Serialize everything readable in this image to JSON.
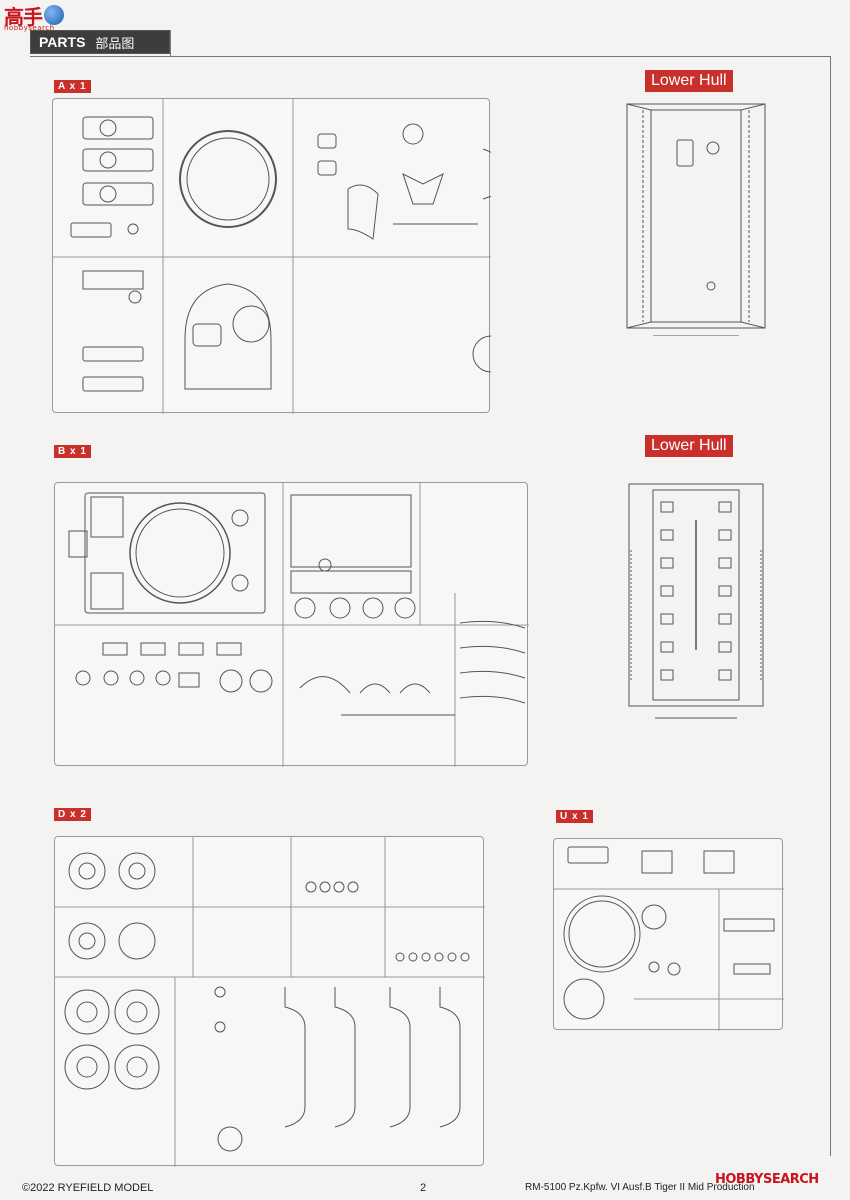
{
  "watermark": {
    "glyphs": "高手",
    "url": "hobbysearch"
  },
  "header": {
    "title": "PARTS",
    "subtitle": "部品图"
  },
  "sprues": {
    "a": {
      "label": "A x 1"
    },
    "b": {
      "label": "B x 1"
    },
    "d": {
      "label": "D x 2"
    },
    "u": {
      "label": "U x 1"
    }
  },
  "lower_hull": {
    "label_1": "Lower Hull",
    "label_2": "Lower Hull"
  },
  "footer": {
    "copyright": "©2022 RYEFIELD MODEL",
    "page_number": "2",
    "model": "RM-5100 Pz.Kpfw. VI Ausf.B Tiger II Mid Production",
    "watermark": "HOBBYSEARCH"
  },
  "colors": {
    "accent": "#c9302c",
    "sprue": "#9a9a9a"
  }
}
